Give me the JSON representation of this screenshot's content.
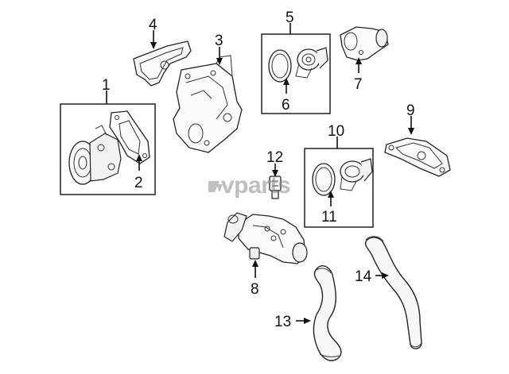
{
  "callouts": {
    "c1": "1",
    "c2": "2",
    "c3": "3",
    "c4": "4",
    "c5": "5",
    "c6": "6",
    "c7": "7",
    "c8": "8",
    "c9": "9",
    "c10": "10",
    "c11": "11",
    "c12": "12",
    "c13": "13",
    "c14": "14"
  },
  "watermark": "vparts",
  "colors": {
    "ink": "#111111",
    "watermark": "#8a8a8a",
    "background": "#ffffff"
  }
}
